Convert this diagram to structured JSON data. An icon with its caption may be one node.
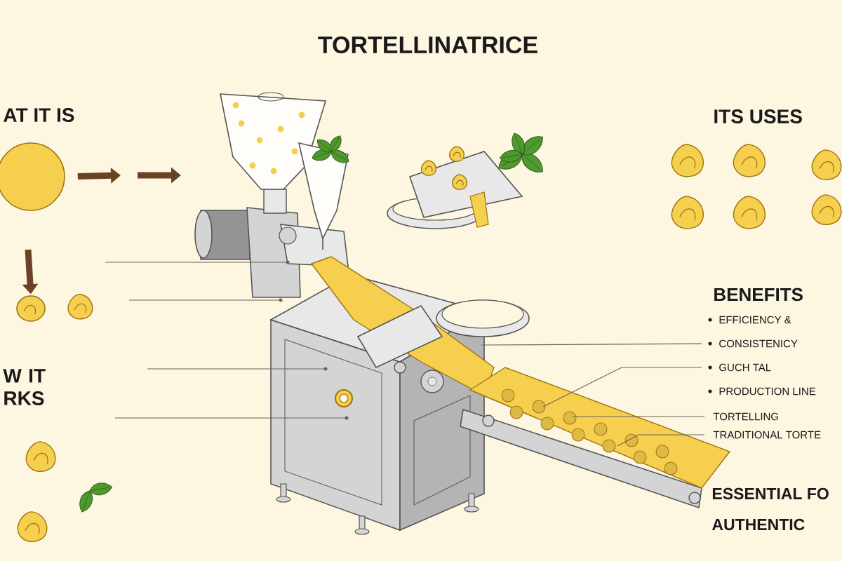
{
  "diagram": {
    "title": "TORTELLINATRICE",
    "nodes": [
      {
        "text": [],
        "shape": "circle"
      },
      {
        "text": [],
        "shape": "picture"
      },
      {
        "text": [
          "CONSISTENICY"
        ]
      },
      {
        "text": [
          "GUCH TAL"
        ]
      },
      {
        "text": [
          "TORTELLING"
        ]
      },
      {
        "text": [
          "TRADITIONAL TORTE"
        ]
      }
    ],
    "edges": [
      {
        "from": 0,
        "to": null,
        "arrow": "to",
        "style": "thick"
      },
      {
        "from": null,
        "to": 1,
        "arrow": "to",
        "style": "thick"
      },
      {
        "from": 2,
        "to": null,
        "arrow": "none"
      },
      {
        "from": 3,
        "to": null,
        "arrow": "none"
      },
      {
        "from": 4,
        "to": null,
        "arrow": "none"
      },
      {
        "from": 5,
        "to": null,
        "arrow": "none"
      }
    ],
    "labels": [
      "AT IT IS",
      "W IT RKS",
      "ITS USES",
      "BENEFITS",
      "EFFICIENCY &",
      "PRODUCTION LINE",
      "ESSENTIAL FO",
      "AUTHENTIC"
    ]
  }
}
